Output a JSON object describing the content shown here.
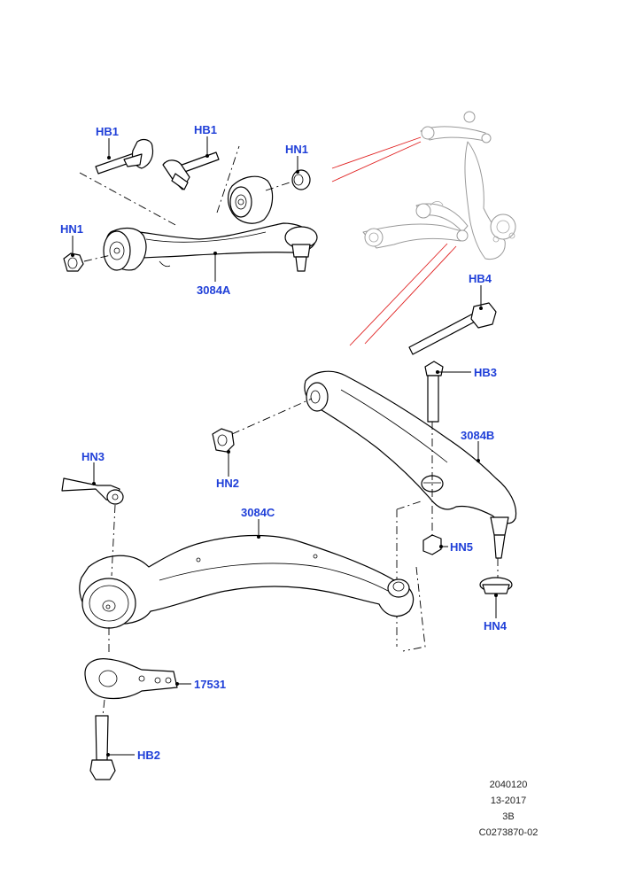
{
  "callouts": {
    "hb1_left": "HB1",
    "hb1_right": "HB1",
    "hn1_top": "HN1",
    "hn1_left": "HN1",
    "part_3084a": "3084A",
    "hb4": "HB4",
    "hb3": "HB3",
    "part_3084b": "3084B",
    "hn2": "HN2",
    "hn3": "HN3",
    "part_3084c": "3084C",
    "hn5": "HN5",
    "hn4": "HN4",
    "part_17531": "17531",
    "hb2": "HB2"
  },
  "reference": {
    "line1": "2040120",
    "line2": "13-2017",
    "line3": "3B",
    "line4": "C0273870-02"
  },
  "colors": {
    "callout": "#1f3fd8",
    "leader_red": "#e02020",
    "ghost_assembly": "#9a9a9a"
  }
}
